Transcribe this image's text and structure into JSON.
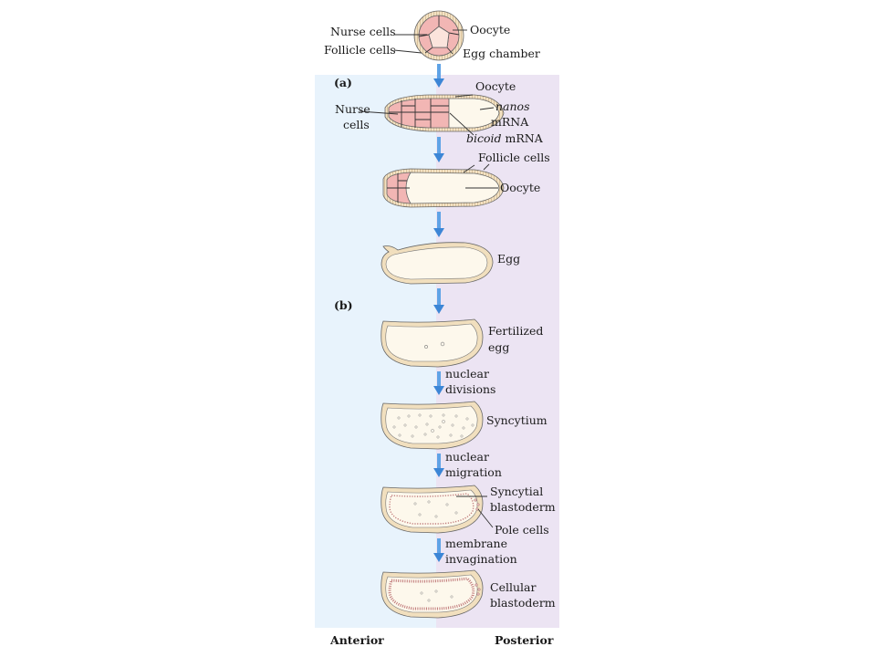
{
  "panels": {
    "a": "(a)",
    "b": "(b)"
  },
  "axis": {
    "anterior": "Anterior",
    "posterior": "Posterior"
  },
  "labels": {
    "nurse_cells_top": "Nurse cells",
    "follicle_cells_top": "Follicle cells",
    "oocyte_top": "Oocyte",
    "egg_chamber": "Egg chamber",
    "oocyte_a": "Oocyte",
    "nurse_cells_a_1": "Nurse",
    "nurse_cells_a_2": "cells",
    "nanos_gene": "nanos",
    "nanos_mrna": "mRNA",
    "bicoid_gene": "bicoid",
    "bicoid_mrna": " mRNA",
    "follicle_cells_mid": "Follicle cells",
    "oocyte_mid": "Oocyte",
    "egg": "Egg",
    "fertilized_1": "Fertilized",
    "fertilized_2": "egg",
    "nuclear_divisions_1": "nuclear",
    "nuclear_divisions_2": "divisions",
    "syncytium": "Syncytium",
    "nuclear_migration_1": "nuclear",
    "nuclear_migration_2": "migration",
    "syncytial_1": "Syncytial",
    "syncytial_2": "blastoderm",
    "pole_cells": "Pole cells",
    "membrane_1": "membrane",
    "membrane_2": "invagination",
    "cellular_1": "Cellular",
    "cellular_2": "blastoderm"
  },
  "colors": {
    "anterior_bg": "#e8f3fc",
    "posterior_bg": "#ece4f3",
    "nurse_cell": "#f2b6b4",
    "cytoplasm": "#fdf8ec",
    "follicle": "#f1dfbe",
    "outline": "#555555",
    "arrow": "#4a94e0"
  }
}
